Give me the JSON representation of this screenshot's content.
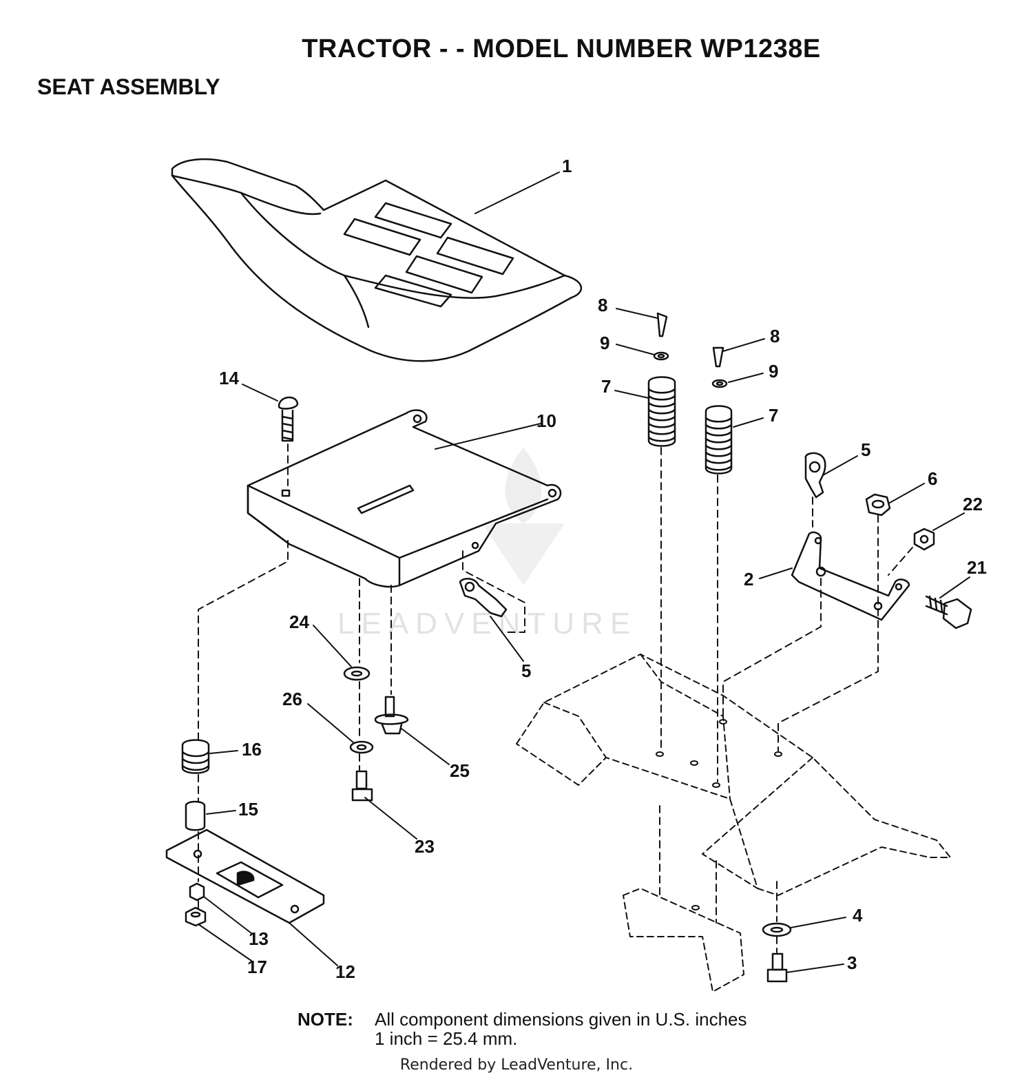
{
  "header": {
    "title": "TRACTOR - - MODEL NUMBER WP1238E",
    "subtitle": "SEAT ASSEMBLY"
  },
  "callouts": [
    "1",
    "2",
    "3",
    "4",
    "5",
    "5",
    "6",
    "7",
    "7",
    "8",
    "8",
    "9",
    "9",
    "10",
    "12",
    "13",
    "14",
    "15",
    "16",
    "17",
    "21",
    "22",
    "23",
    "24",
    "25",
    "26"
  ],
  "watermark": "LEADVENTURE",
  "note": {
    "label": "NOTE:",
    "line1": "All component dimensions given in U.S. inches",
    "line2": "1 inch = 25.4 mm."
  },
  "footer": "Rendered by LeadVenture, Inc."
}
